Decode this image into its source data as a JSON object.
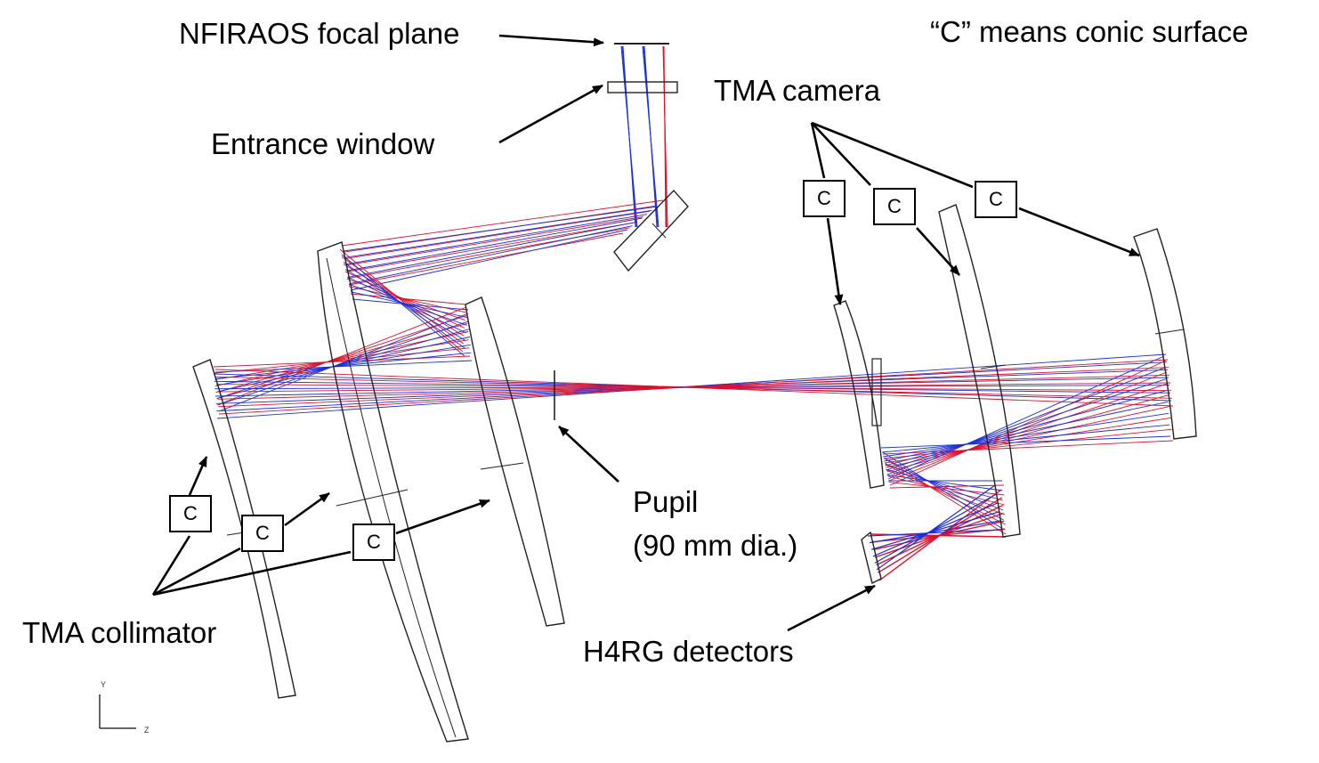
{
  "labels": {
    "focal_plane": "NFIRAOS focal plane",
    "entrance_window": "Entrance window",
    "tma_camera": "TMA camera",
    "conic_note": "“C” means conic surface",
    "pupil_line1": "Pupil",
    "pupil_line2": "(90 mm dia.)",
    "h4rg": "H4RG detectors",
    "tma_collimator": "TMA collimator"
  },
  "conic_marker": "C",
  "axis": {
    "y": "Y",
    "z": "Z"
  },
  "colors": {
    "ray_red": "#e0102a",
    "ray_blue": "#1b2fd8",
    "outline": "#222222",
    "text": "#000000"
  }
}
